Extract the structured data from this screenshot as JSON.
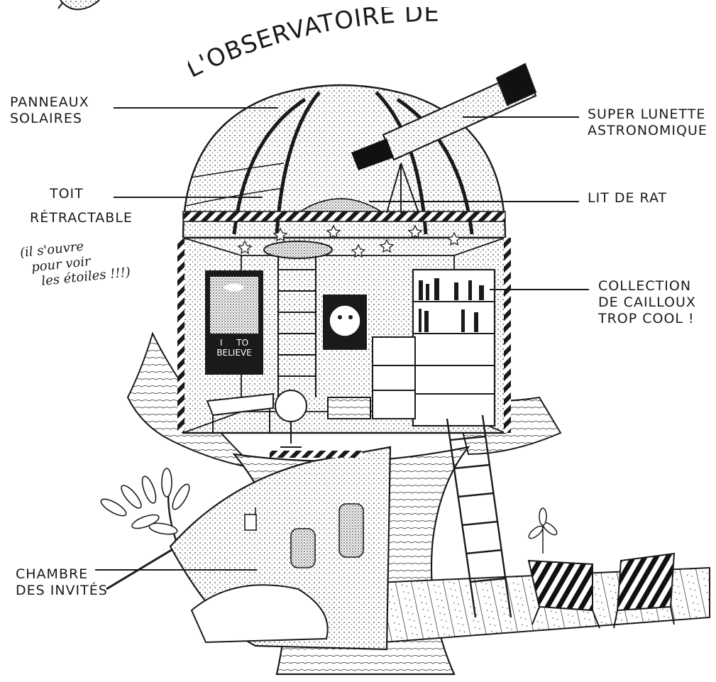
{
  "title": "L'OBSERVATOIRE DE RAT",
  "labels": {
    "panneaux": [
      "PANNEAUX",
      "SOLAIRES"
    ],
    "toit": [
      "TOIT",
      "RÉTRACTABLE"
    ],
    "toit_note": [
      "(il s'ouvre",
      "pour voir",
      "les étoiles !!!)"
    ],
    "lunette": [
      "SUPER LUNETTE",
      "ASTRONOMIQUE"
    ],
    "lit": [
      "LIT DE RAT"
    ],
    "collection": [
      "COLLECTION",
      "DE CAILLOUX",
      "TROP COOL !"
    ],
    "chambre": [
      "CHAMBRE",
      "DES INVITÉS"
    ]
  },
  "poster": {
    "line1": "I",
    "line2": "TO",
    "line3": "BELIEVE"
  },
  "colors": {
    "ink": "#1a1a1a",
    "paper": "#ffffff",
    "dome": "#e6e6e6",
    "stipple": "#bdbdbd"
  }
}
